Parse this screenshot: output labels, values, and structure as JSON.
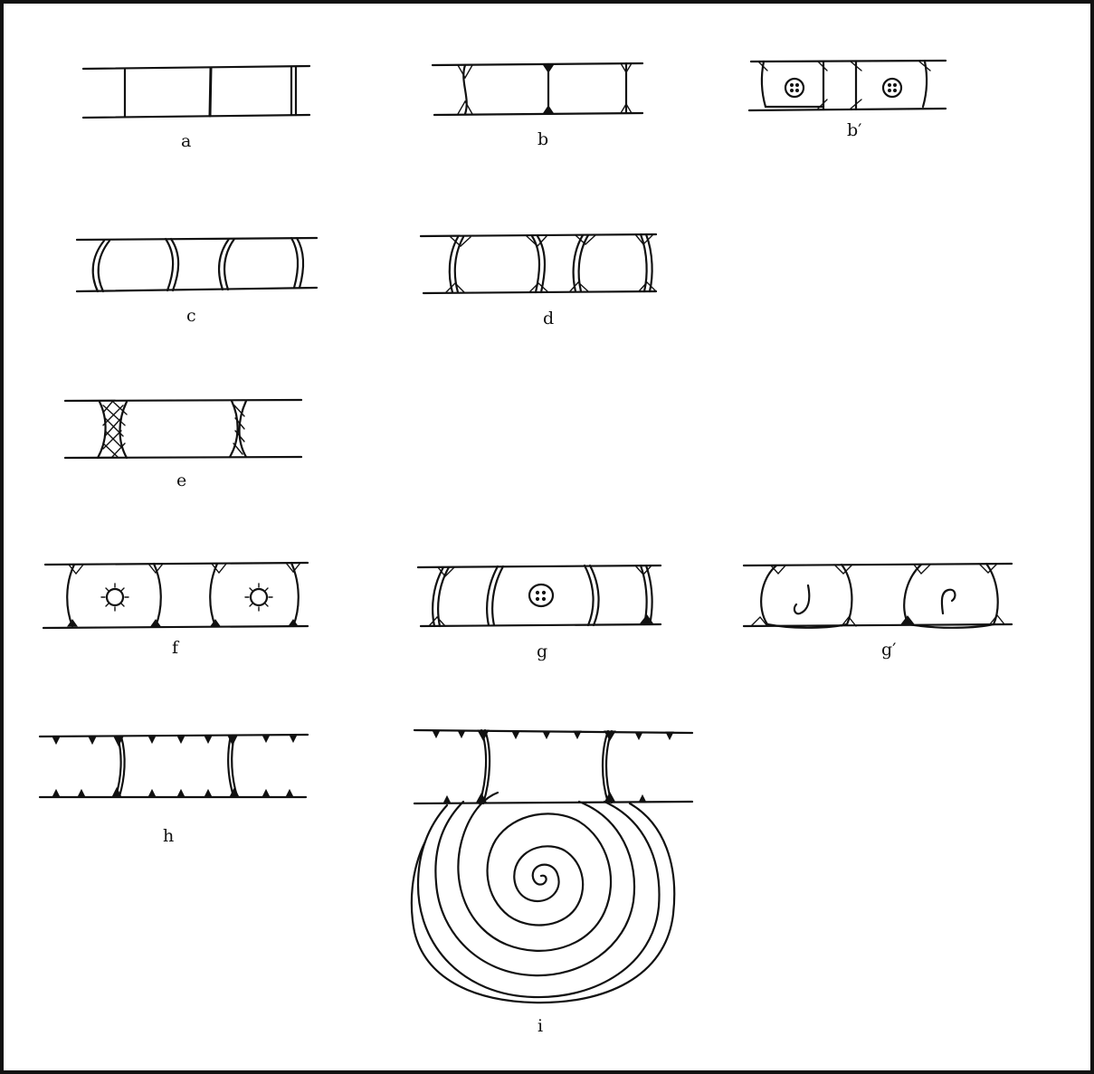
{
  "figure": {
    "panels": [
      {
        "id": "a",
        "label": "a"
      },
      {
        "id": "b",
        "label": "b"
      },
      {
        "id": "b-prime",
        "label": "b′"
      },
      {
        "id": "c",
        "label": "c"
      },
      {
        "id": "d",
        "label": "d"
      },
      {
        "id": "e",
        "label": "e"
      },
      {
        "id": "f",
        "label": "f"
      },
      {
        "id": "g",
        "label": "g"
      },
      {
        "id": "g-prime",
        "label": "g′"
      },
      {
        "id": "h",
        "label": "h"
      },
      {
        "id": "i",
        "label": "i"
      }
    ]
  }
}
